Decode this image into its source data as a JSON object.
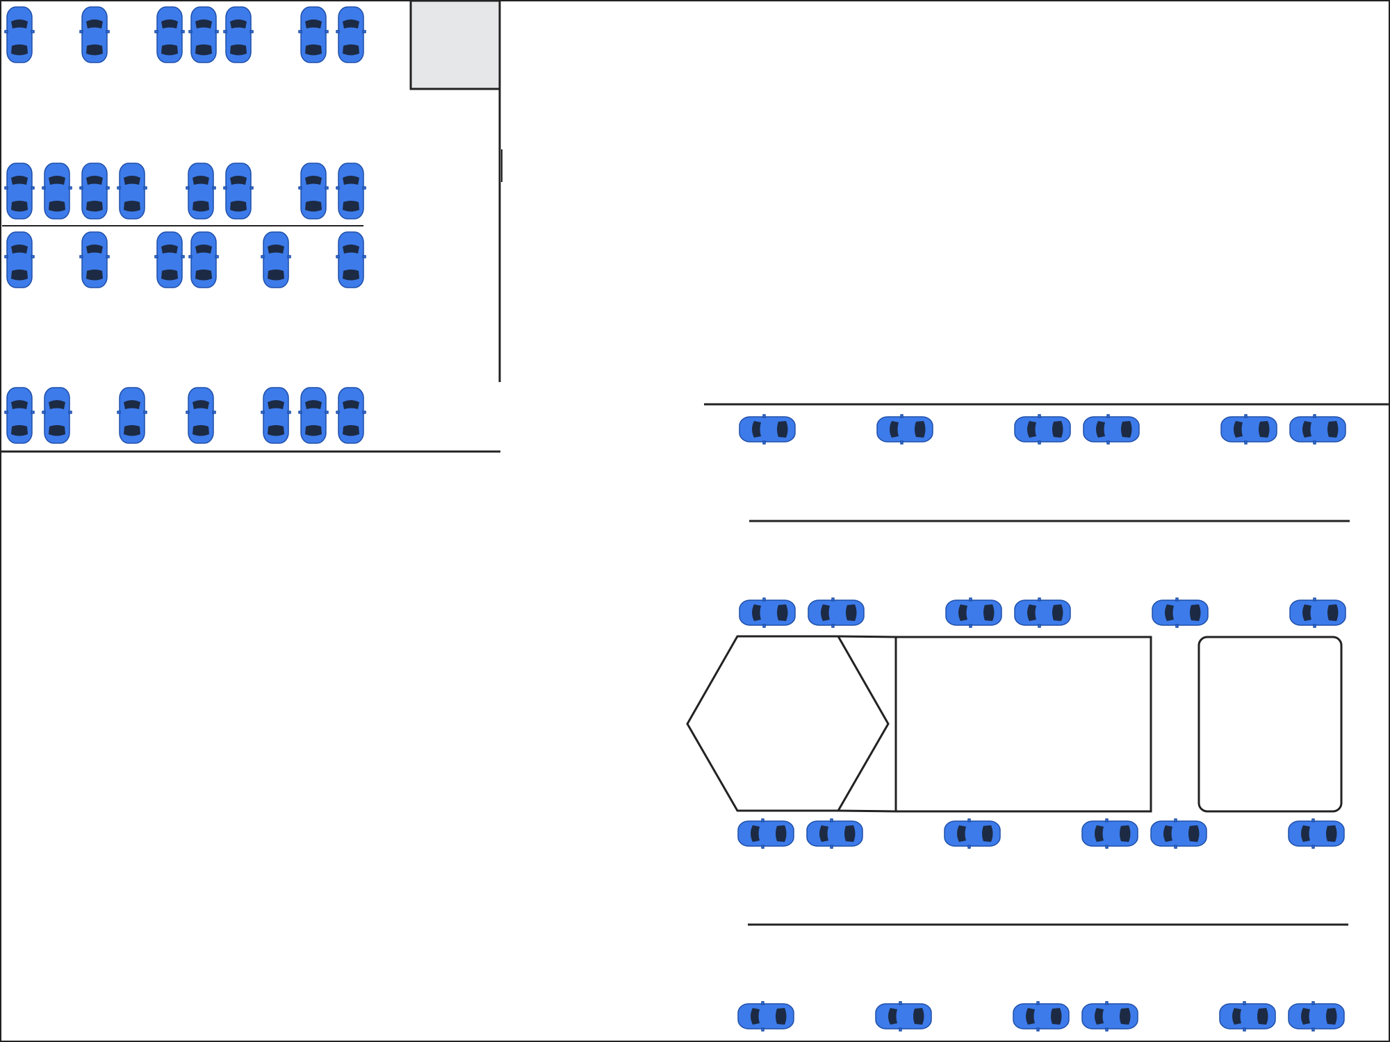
{
  "title": "",
  "colors": {
    "car_body": "#3d7bea",
    "car_body_edge": "#1f4fa8",
    "car_glass": "#1c2a44",
    "line": "#222222",
    "kiosk_fill": "#e6e7e9",
    "background": "#ffffff"
  },
  "icons": {
    "car": "car-top-view-icon"
  },
  "lot": {
    "north_section": {
      "rows": [
        {
          "name": "north-row-1",
          "orientation": "vertical",
          "occupied": 7
        },
        {
          "name": "north-row-2",
          "orientation": "vertical",
          "occupied": 8
        },
        {
          "name": "north-row-3",
          "orientation": "vertical",
          "occupied": 6
        },
        {
          "name": "north-row-4",
          "orientation": "vertical",
          "occupied": 7
        }
      ]
    },
    "east_section": {
      "rows": [
        {
          "name": "east-row-1",
          "orientation": "horizontal",
          "occupied": 6
        },
        {
          "name": "east-row-2",
          "orientation": "horizontal",
          "occupied": 6
        },
        {
          "name": "east-row-3",
          "orientation": "horizontal",
          "occupied": 6
        },
        {
          "name": "east-row-4",
          "orientation": "horizontal",
          "occupied": 6
        }
      ]
    },
    "structures": [
      "kiosk",
      "hexagon-island",
      "rectangular-island",
      "rounded-island"
    ],
    "total_cars": 52
  }
}
